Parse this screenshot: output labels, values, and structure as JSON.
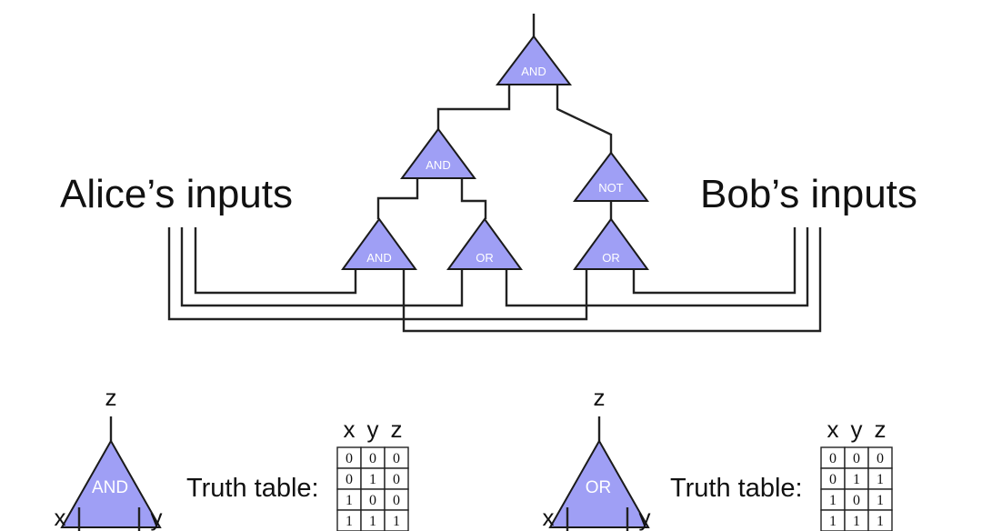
{
  "circuit": {
    "alice_label": "Alice’s inputs",
    "bob_label": "Bob’s inputs",
    "gates": {
      "top": "AND",
      "mid_left": "AND",
      "mid_right": "NOT",
      "bottom_left": "AND",
      "bottom_mid": "OR",
      "bottom_right": "OR"
    }
  },
  "legend": [
    {
      "gate": "AND",
      "output_var": "z",
      "input_left": "x",
      "input_right": "y",
      "table_label": "Truth table:",
      "headers": [
        "x",
        "y",
        "z"
      ],
      "rows": [
        [
          "0",
          "0",
          "0"
        ],
        [
          "0",
          "1",
          "0"
        ],
        [
          "1",
          "0",
          "0"
        ],
        [
          "1",
          "1",
          "1"
        ]
      ]
    },
    {
      "gate": "OR",
      "output_var": "z",
      "input_left": "x",
      "input_right": "y",
      "table_label": "Truth table:",
      "headers": [
        "x",
        "y",
        "z"
      ],
      "rows": [
        [
          "0",
          "0",
          "0"
        ],
        [
          "0",
          "1",
          "1"
        ],
        [
          "1",
          "0",
          "1"
        ],
        [
          "1",
          "1",
          "1"
        ]
      ]
    }
  ],
  "colors": {
    "gate_fill": "#9f9ff5",
    "gate_stroke": "#1a1a1a",
    "wire": "#222222"
  }
}
